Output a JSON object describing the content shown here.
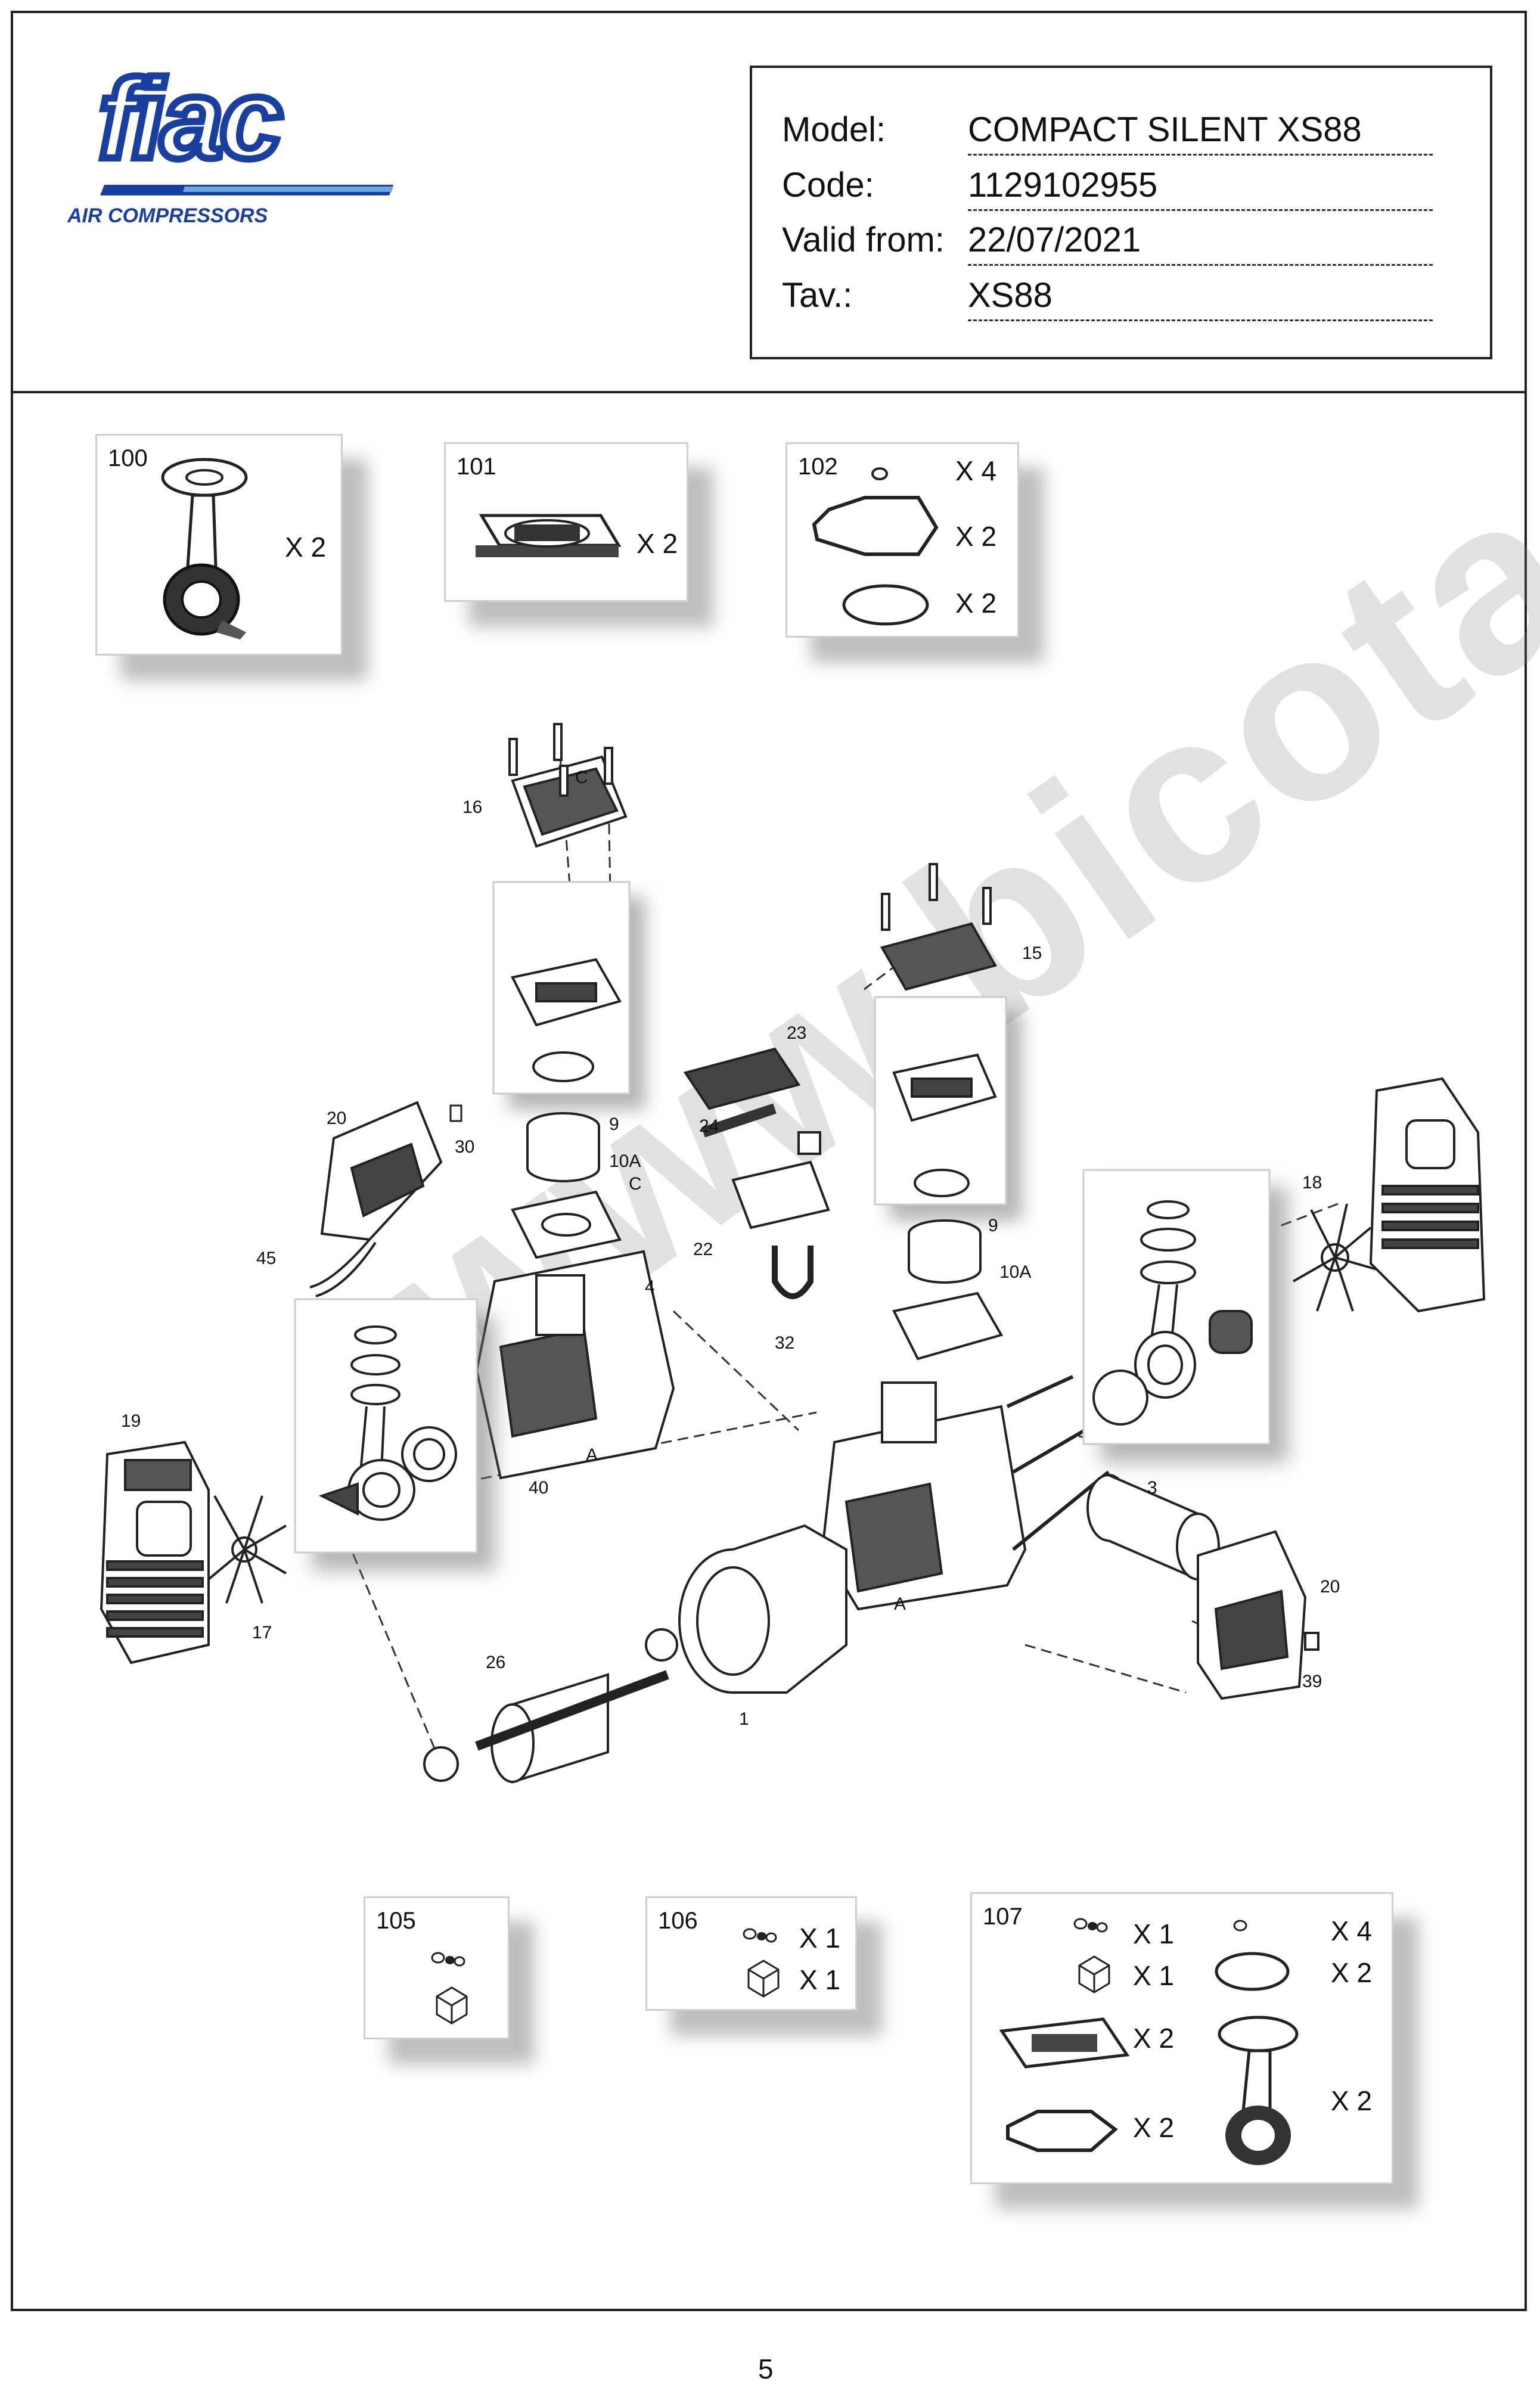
{
  "brand": {
    "name": "fiac",
    "tagline": "AIR COMPRESSORS",
    "color_blue": "#1b3f9e"
  },
  "info": [
    {
      "label": "Model:",
      "value": "COMPACT SILENT XS88"
    },
    {
      "label": "Code:",
      "value": "1129102955"
    },
    {
      "label": "Valid from:",
      "value": "22/07/2021"
    },
    {
      "label": "Tav.:",
      "value": "XS88"
    }
  ],
  "kits": {
    "k100": {
      "number": "100",
      "qty": [
        "X 2"
      ]
    },
    "k101": {
      "number": "101",
      "qty": [
        "X 2"
      ]
    },
    "k102": {
      "number": "102",
      "qty": [
        "X 4",
        "X 2",
        "X 2"
      ]
    },
    "k105": {
      "number": "105"
    },
    "k106": {
      "number": "106",
      "qty": [
        "X 1",
        "X 1"
      ]
    },
    "k107": {
      "number": "107",
      "qty": [
        "X 1",
        "X 1",
        "X 2",
        "X 2",
        "X 4",
        "X 2",
        "X 2"
      ]
    }
  },
  "callouts": [
    "16",
    "C",
    "23",
    "24",
    "C",
    "22",
    "32",
    "15",
    "20",
    "30",
    "9",
    "10A",
    "4",
    "45",
    "40",
    "A",
    "9",
    "10A",
    "18",
    "19",
    "17",
    "3",
    "20",
    "39",
    "A",
    "26",
    "1"
  ],
  "watermark": "www.bicotasili.com",
  "page_number": "5"
}
